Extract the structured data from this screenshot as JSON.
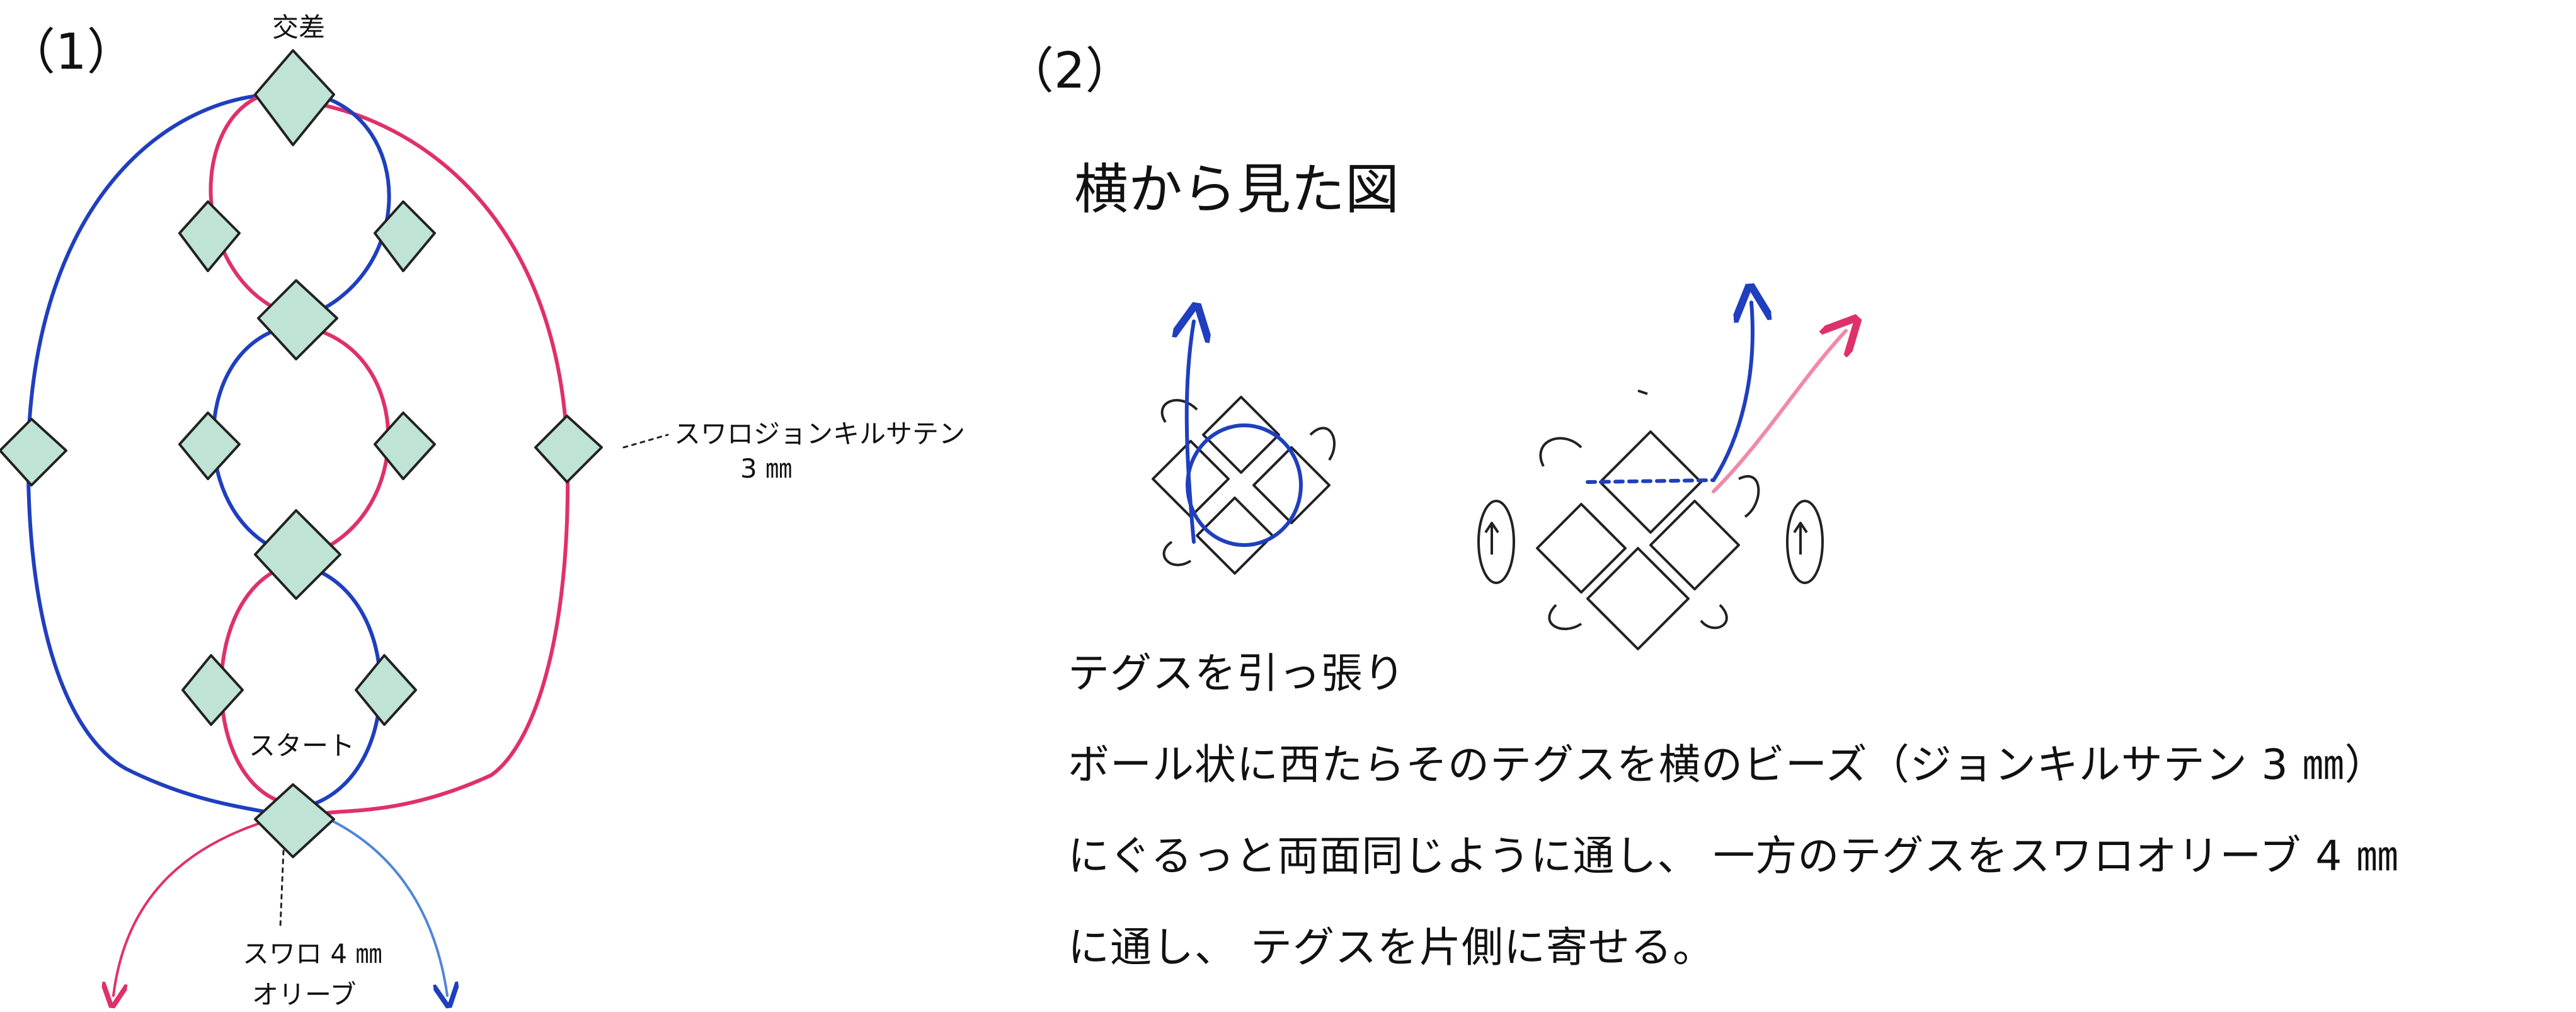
{
  "left_panel": {
    "step_number": "（1）",
    "top_label": "交差",
    "start_label": "スタート",
    "side_label": "スワロジョンキルサテン",
    "side_size": "3 ㎜",
    "bottom_label_1": "スワロ 4 ㎜",
    "bottom_label_2": "オリーブ"
  },
  "right_panel": {
    "step_number": "（2）",
    "heading": "横から見た図",
    "instructions": [
      "テグスを引っ張り",
      "ボール状に西たらそのテグスを横のビーズ（ジョンキルサテン 3 ㎜）",
      "にぐるっと両面同じように通し、 一方のテグスをスワロオリーブ 4 ㎜",
      "に通し、 テグスを片側に寄せる。"
    ]
  },
  "colors": {
    "blue_thread": "#1f3fbf",
    "pink_thread": "#e0306a",
    "bead_fill": "#bfe3d4",
    "outline": "#222222"
  }
}
